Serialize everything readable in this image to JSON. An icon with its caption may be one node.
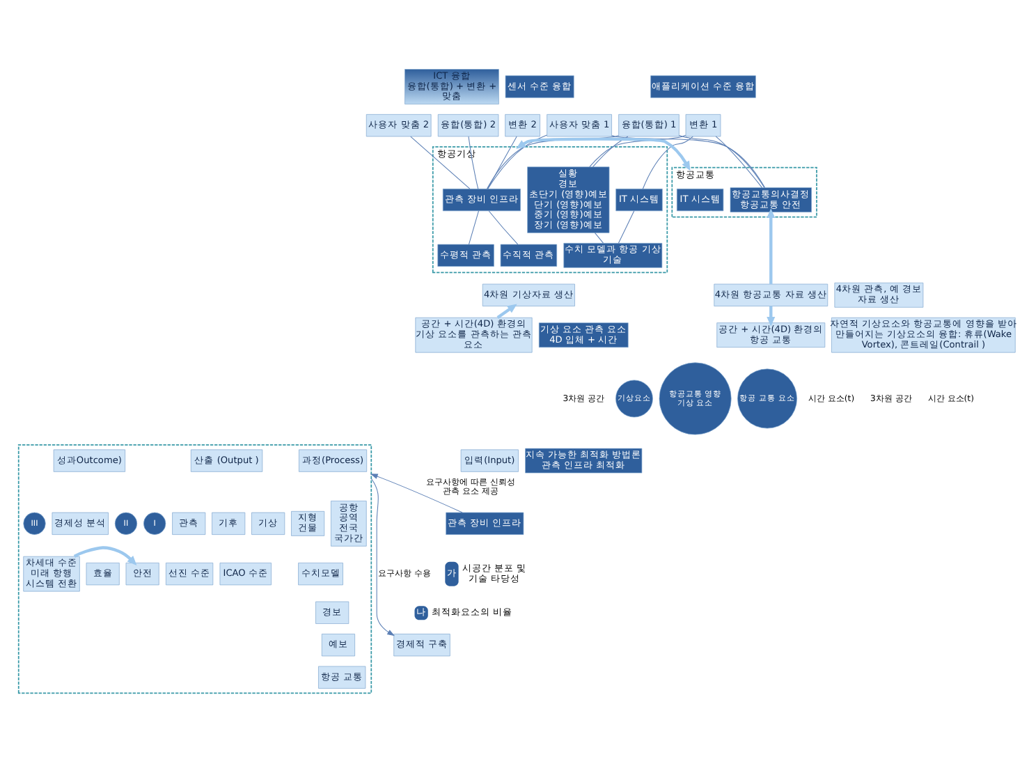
{
  "diagram": {
    "nodes": [
      {
        "text": [
          "ICT 융합",
          "융합(통합) + 변환 + 맞춤"
        ]
      },
      {
        "text": [
          "센서 수준 융합"
        ]
      },
      {
        "text": [
          "융합(통합) 2"
        ]
      },
      {
        "text": [
          "변환 2"
        ]
      },
      {
        "text": [
          "사용자 맞춤 2"
        ]
      },
      {
        "text": [
          "애플리케이션 수준 융합"
        ]
      },
      {
        "text": [
          "융합(통합) 1"
        ]
      },
      {
        "text": [
          "변환 1"
        ]
      },
      {
        "text": [
          "사용자 맞춤 1"
        ]
      },
      {
        "text": [
          "항공기상"
        ]
      },
      {
        "text": [
          "관측 장비 인프라"
        ],
        "in": 9
      },
      {
        "text": [
          "IT 시스템"
        ],
        "in": 9
      },
      {
        "text": [
          "실황",
          "경보",
          "초단기 (영향)예보",
          "단기 (영향)예보",
          "중기 (영향)예보",
          "장기 (영향)예보"
        ],
        "in": 9
      },
      {
        "text": [
          "수직적 관측"
        ],
        "in": 9
      },
      {
        "text": [
          "수평적 관측"
        ],
        "in": 9
      },
      {
        "text": [
          "수치 모델과 항공 기상 기술"
        ],
        "in": 9
      },
      {
        "text": [
          "4차원 기상자료 생산"
        ]
      },
      {
        "text": [
          "4차원 관측, 예 경보 자료 생산"
        ]
      },
      {
        "text": [
          "항공교통"
        ]
      },
      {
        "text": [
          "IT 시스템"
        ],
        "in": 18
      },
      {
        "text": [
          "항공교통의사결정",
          "항공교통 안전"
        ],
        "in": 18
      },
      {
        "text": [
          "4차원 항공교통 자료 생산"
        ]
      },
      {
        "text": [
          "기상 요소 관측 요소",
          "4D 입체 + 시간"
        ]
      },
      {
        "text": [
          "공간 + 시간(4D) 환경의 기상 요소를 관측하는 관측 요소"
        ]
      },
      {
        "text": [
          "자연적 기상요소와 항공교통에 영향을 받아 만들어지는 기상요소의 융합: 휴류(Wake Vortex), 콘트레일(Contrail )"
        ]
      },
      {
        "text": [
          "공간 + 시간(4D) 환경의 항공 교통"
        ]
      },
      {
        "text": [
          "기상요소"
        ]
      },
      {
        "text": [
          "항공교통 영향 기상 요소"
        ]
      },
      {
        "text": [
          "항공 교통 요소"
        ]
      },
      {
        "text": [
          "지속 가능한 최적화 방법론",
          "관측 인프라 최적화"
        ]
      },
      {
        "text": [
          "입력(Input)"
        ]
      },
      {
        "text": [
          "관측 장비 인프라"
        ]
      },
      {
        "text": [
          "경제적 구축"
        ]
      },
      {
        "text": [
          "가"
        ],
        "beside": [
          "시공간 분포 및 기술 타당성"
        ]
      },
      {
        "text": [
          "나"
        ],
        "beside": [
          "최적화요소의 비율"
        ]
      },
      {
        "text": [],
        "shape": "box"
      },
      {
        "text": [
          "과정(Process)"
        ],
        "in": 35
      },
      {
        "text": [
          "산출 (Output )"
        ],
        "in": 35
      },
      {
        "text": [
          "성과Outcome)"
        ],
        "in": 35
      },
      {
        "text": [
          "공항",
          "공역",
          "전국",
          "국가간"
        ],
        "in": 35
      },
      {
        "text": [
          "지형",
          "건물"
        ],
        "in": 35
      },
      {
        "text": [
          "기상"
        ],
        "in": 35
      },
      {
        "text": [
          "기후"
        ],
        "in": 35
      },
      {
        "text": [
          "관측"
        ],
        "in": 35
      },
      {
        "text": [
          "수치모델"
        ],
        "in": 35
      },
      {
        "text": [
          "경보"
        ],
        "in": 35
      },
      {
        "text": [
          "예보"
        ],
        "in": 35
      },
      {
        "text": [
          "항공 교통"
        ],
        "in": 35
      },
      {
        "text": [
          "I"
        ],
        "in": 35
      },
      {
        "text": [
          "ICAO 수준"
        ],
        "in": 35
      },
      {
        "text": [
          "II"
        ],
        "in": 35
      },
      {
        "text": [
          "선진 수준"
        ],
        "in": 35
      },
      {
        "text": [
          "III"
        ],
        "in": 35
      },
      {
        "text": [
          "차세대 수준",
          "미래 항행 시스템 전환"
        ],
        "in": 35
      },
      {
        "text": [
          "경제성 분석"
        ],
        "in": 35
      },
      {
        "text": [
          "안전"
        ],
        "in": 35
      },
      {
        "text": [
          "효율"
        ],
        "in": 35
      }
    ],
    "edges": [
      {
        "from": 2,
        "to": 10,
        "arrow": "none"
      },
      {
        "from": 3,
        "to": 10,
        "arrow": "none"
      },
      {
        "from": 4,
        "to": 10,
        "arrow": "none"
      },
      {
        "from": 6,
        "to": 10,
        "arrow": "none"
      },
      {
        "from": 6,
        "to": 12,
        "arrow": "none"
      },
      {
        "from": 6,
        "to": 20,
        "arrow": "none"
      },
      {
        "from": 7,
        "to": 11,
        "arrow": "none"
      },
      {
        "from": 7,
        "to": 12,
        "arrow": "none"
      },
      {
        "from": 7,
        "to": 20,
        "arrow": "none"
      },
      {
        "from": 8,
        "to": 20,
        "arrow": "none"
      },
      {
        "from": 8,
        "to": 10,
        "arrow": "none"
      },
      {
        "from": 10,
        "to": 13,
        "arrow": "none"
      },
      {
        "from": 10,
        "to": 14,
        "arrow": "none"
      },
      {
        "from": 11,
        "to": 15,
        "arrow": "none"
      },
      {
        "from": 12,
        "to": 15,
        "arrow": "none"
      },
      {
        "from": 9,
        "to": 18,
        "arrow": "both",
        "style": "thick",
        "color": "#9cc8ee"
      },
      {
        "from": 21,
        "to": 20,
        "arrow": "to",
        "style": "thick",
        "color": "#9cc8ee"
      },
      {
        "from": 23,
        "to": 16,
        "arrow": "to",
        "style": "thick",
        "color": "#9cc8ee"
      },
      {
        "from": 21,
        "to": 25,
        "arrow": "to",
        "style": "thick",
        "color": "#9cc8ee"
      },
      {
        "from": 31,
        "to": 35,
        "arrow": "to",
        "label": "요구사항에 따른 신뢰성 관측 요소 제공"
      },
      {
        "from": 35,
        "to": 32,
        "arrow": "to",
        "label": "요구사항 수용"
      },
      {
        "from": 53,
        "to": 55,
        "arrow": "to",
        "style": "thick",
        "color": "#9cc8ee"
      }
    ],
    "labels": [
      "3차원 공간",
      "시간 요소(t)",
      "3차원 공간",
      "시간 요소(t)"
    ]
  }
}
